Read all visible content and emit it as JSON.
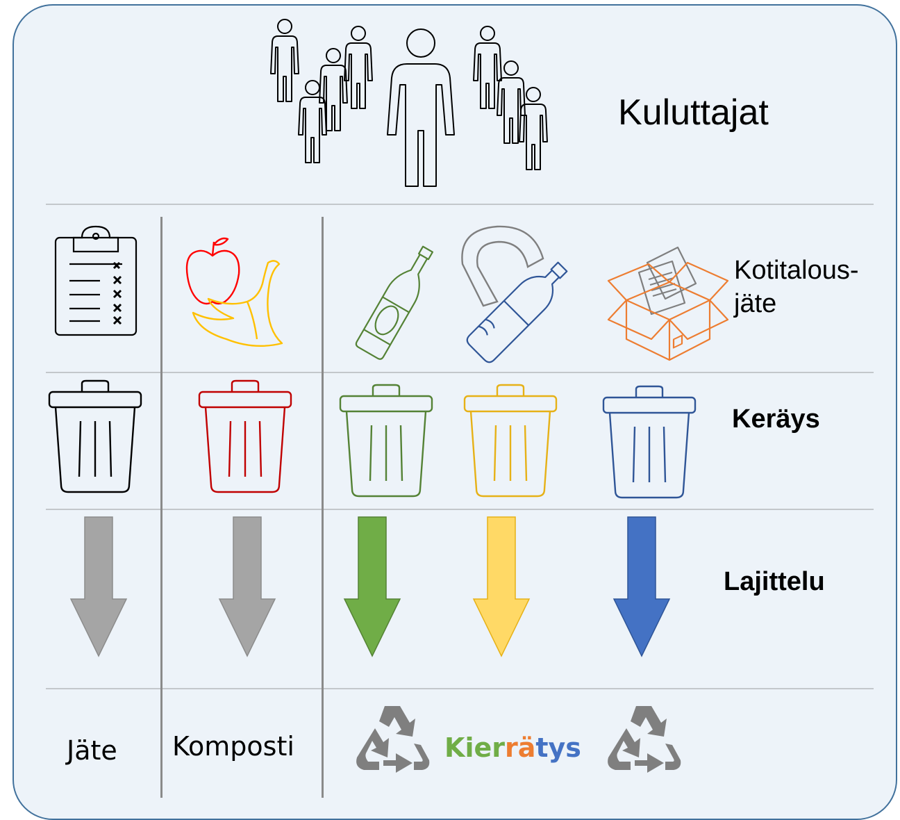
{
  "header": {
    "label": "Kuluttajat"
  },
  "rows": {
    "household_label_line1": "Kotitalous-",
    "household_label_line2": "jäte",
    "collection_label": "Keräys",
    "sorting_label": "Lajittelu"
  },
  "outcomes": {
    "waste": "Jäte",
    "compost": "Komposti",
    "recycling": {
      "parts": [
        {
          "text": "Kier",
          "color": "#70ad47"
        },
        {
          "text": "rä",
          "color": "#ed7d31"
        },
        {
          "text": "tys",
          "color": "#4472c4"
        }
      ]
    }
  },
  "colors": {
    "bin_mixed": "#000000",
    "bin_bio": "#c00000",
    "bin_glass": "#548235",
    "bin_plastic": "#e6b117",
    "bin_paper": "#2f5597",
    "arrow_grey": "#a5a5a5",
    "arrow_green": "#70ad47",
    "arrow_yellow": "#ffd966",
    "arrow_blue": "#4472c4",
    "apple": "#ff0000",
    "banana": "#ffc000",
    "bottle": "#548235",
    "magnet": "#7f7f7f",
    "plastic_bottle": "#2f5597",
    "box": "#ed7d31",
    "recycle": "#7f7f7f"
  },
  "icons": {
    "people": "people-group-icon",
    "checklist": "clipboard-checklist-icon",
    "biowaste": "apple-banana-peel-icon",
    "glass": "glass-bottle-icon",
    "metal": "magnet-icon",
    "plastic": "plastic-bottle-icon",
    "paper": "cardboard-box-paper-icon",
    "recycle": "recycle-icon"
  }
}
